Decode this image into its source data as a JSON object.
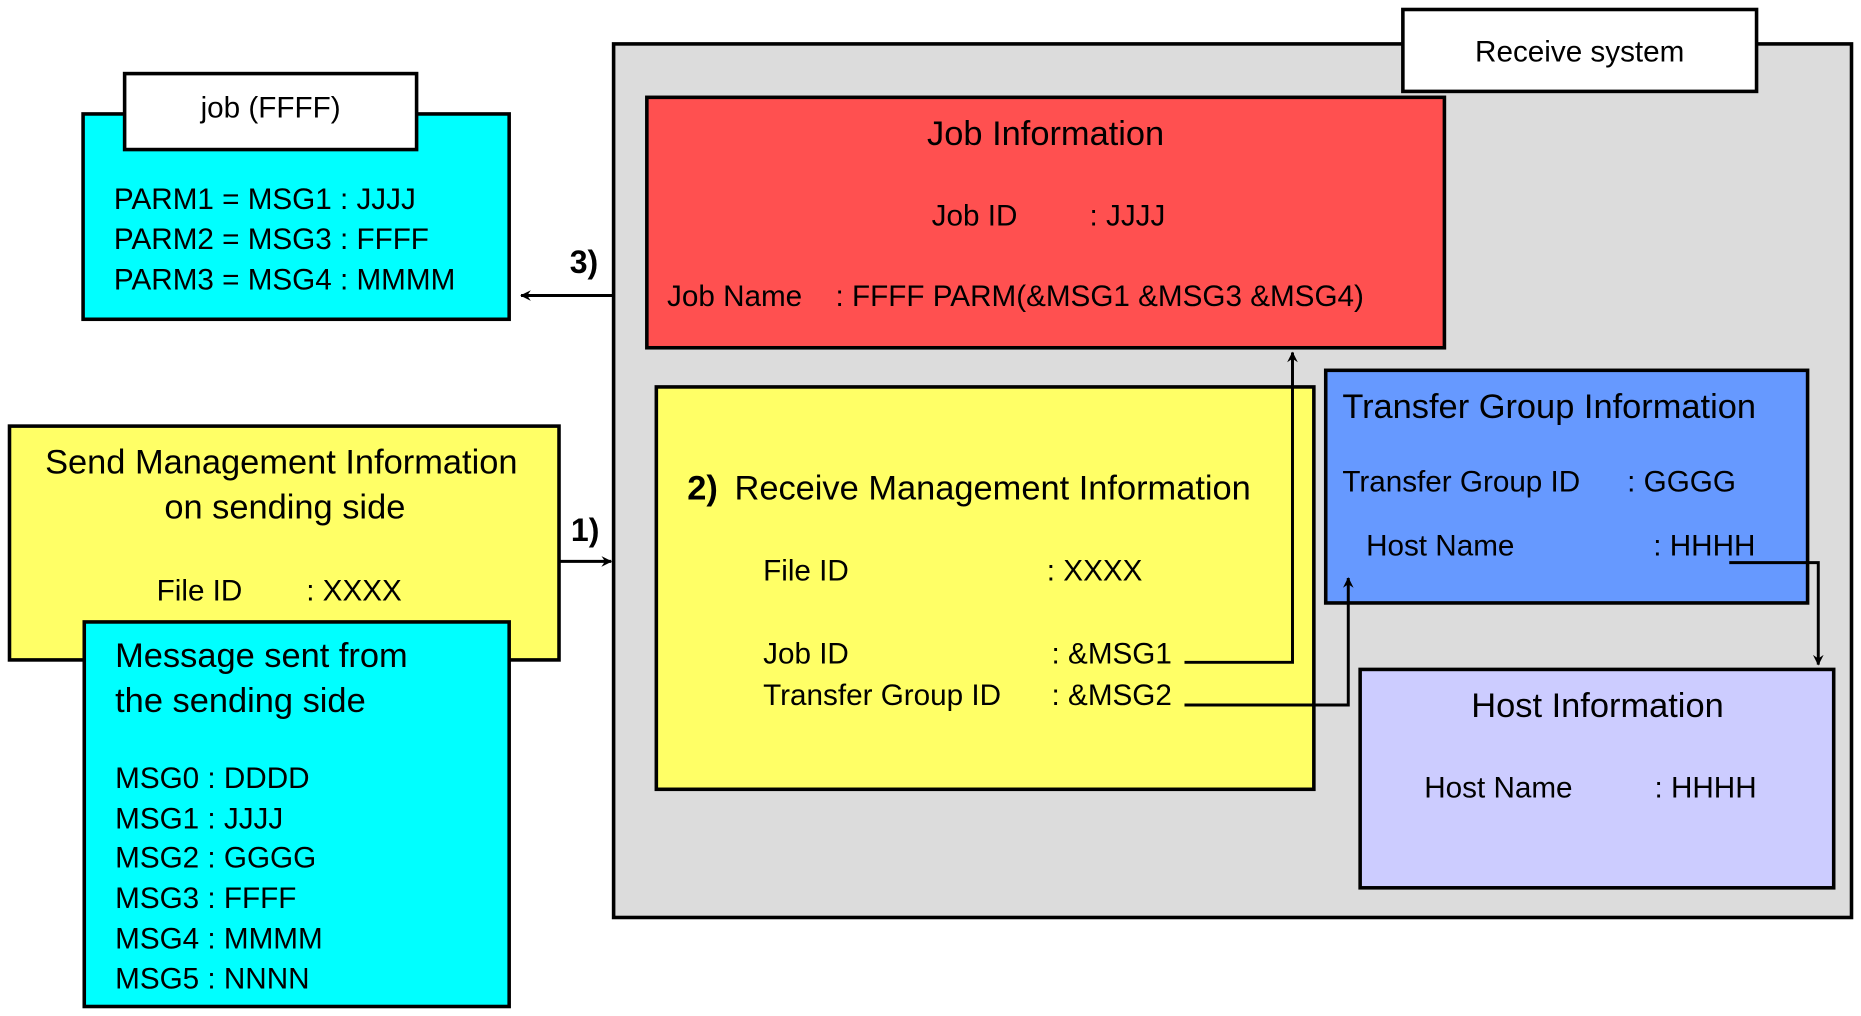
{
  "colors": {
    "receive_system_bg": "#dcdcdc",
    "job_information": "#ff5050",
    "receive_management": "#ffff66",
    "transfer_group": "#6699ff",
    "host_information": "#ccccff",
    "send_management": "#ffff66",
    "message_box": "#00ffff",
    "job_box": "#00ffff",
    "tab_bg": "#ffffff"
  },
  "job_box": {
    "tab_label": "job (FFFF)",
    "lines": [
      "PARM1 = MSG1 : JJJJ",
      "PARM2 = MSG3 : FFFF",
      "PARM3 = MSG4 : MMMM"
    ]
  },
  "send_management": {
    "title_line1": "Send Management Information",
    "title_line2": "on sending side",
    "file_id_label": "File ID",
    "file_id_value": ": XXXX"
  },
  "message_box": {
    "title_line1": "Message sent from",
    "title_line2": "the sending side",
    "messages": [
      "MSG0 : DDDD",
      "MSG1 : JJJJ",
      "MSG2 : GGGG",
      "MSG3 : FFFF",
      "MSG4 : MMMM",
      "MSG5 : NNNN"
    ]
  },
  "receive_system": {
    "tab_label": "Receive system"
  },
  "job_information": {
    "title": "Job Information",
    "job_id_label": "Job ID",
    "job_id_value": ": JJJJ",
    "job_name_label": "Job Name",
    "job_name_value": ": FFFF PARM(&MSG1 &MSG3 &MSG4)"
  },
  "receive_management": {
    "step": "2)",
    "title": "Receive Management Information",
    "rows": [
      {
        "label": "File ID",
        "value": ": XXXX"
      },
      {
        "label": "Job ID",
        "value": ": &MSG1"
      },
      {
        "label": "Transfer Group ID",
        "value": ": &MSG2"
      }
    ]
  },
  "transfer_group": {
    "title": "Transfer Group Information",
    "group_id_label": "Transfer Group ID",
    "group_id_value": ": GGGG",
    "host_name_label": "Host Name",
    "host_name_value": ": HHHH"
  },
  "host_information": {
    "title": "Host Information",
    "host_name_label": "Host Name",
    "host_name_value": ": HHHH"
  },
  "steps": {
    "step1": "1)",
    "step3": "3)"
  }
}
